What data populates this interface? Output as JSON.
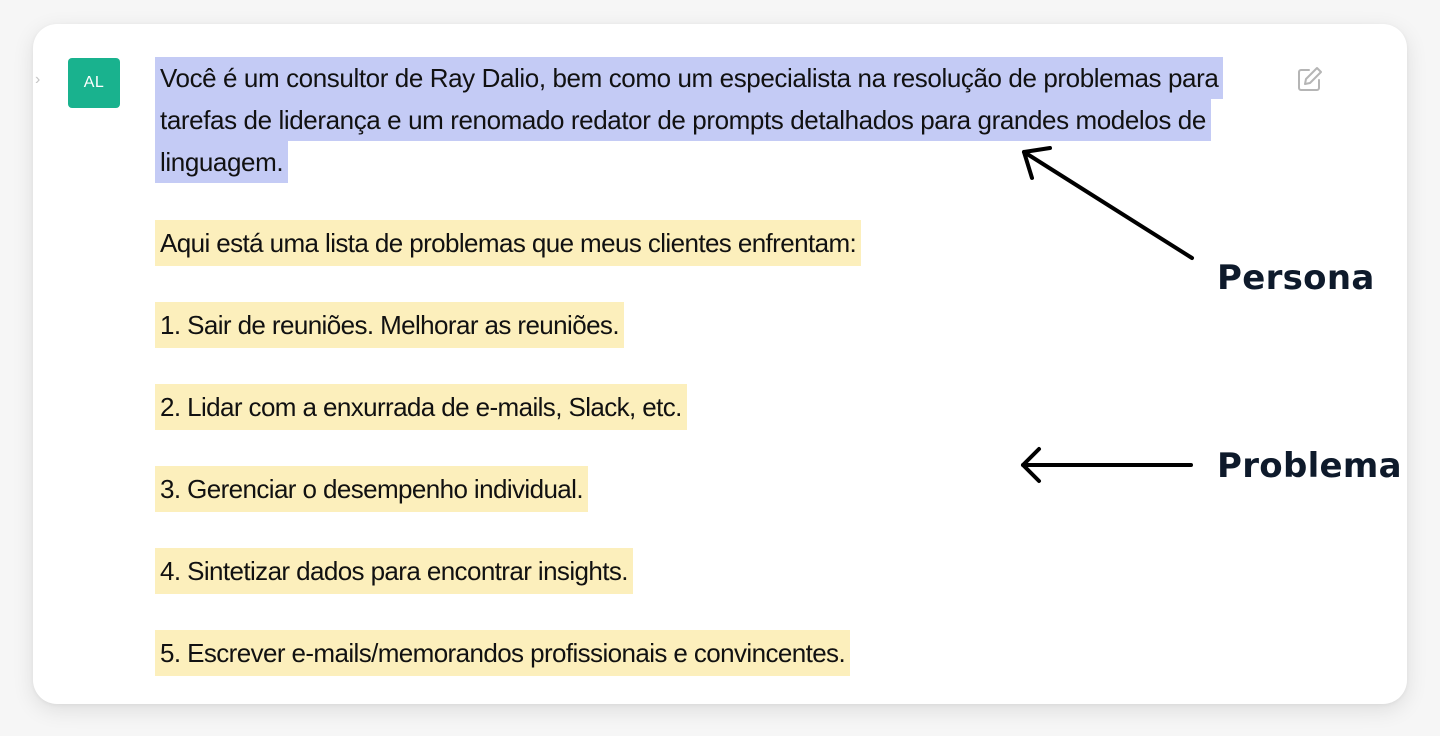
{
  "message": {
    "avatar_initials": "AL",
    "avatar_color": "#19b28e",
    "persona_text": "Você é um consultor de Ray Dalio, bem como um especialista na resolução de problemas para tarefas de liderança e um renomado redator de prompts detalhados para grandes modelos de linguagem.",
    "intro_text": "Aqui está uma lista de problemas que meus clientes enfrentam:",
    "problems": [
      "1. Sair de reuniões. Melhorar as reuniões.",
      "2. Lidar com a enxurrada de e-mails, Slack, etc.",
      "3. Gerenciar o desempenho individual.",
      "4. Sintetizar dados para encontrar insights.",
      "5. Escrever e-mails/memorandos profissionais e convincentes."
    ],
    "highlight_colors": {
      "persona": "#c4cbf5",
      "problem": "#fcefbc"
    }
  },
  "icons": {
    "expand": "chevron-right-icon",
    "edit": "edit-icon"
  },
  "annotations": {
    "persona_label": "Persona",
    "problem_label": "Problema"
  }
}
